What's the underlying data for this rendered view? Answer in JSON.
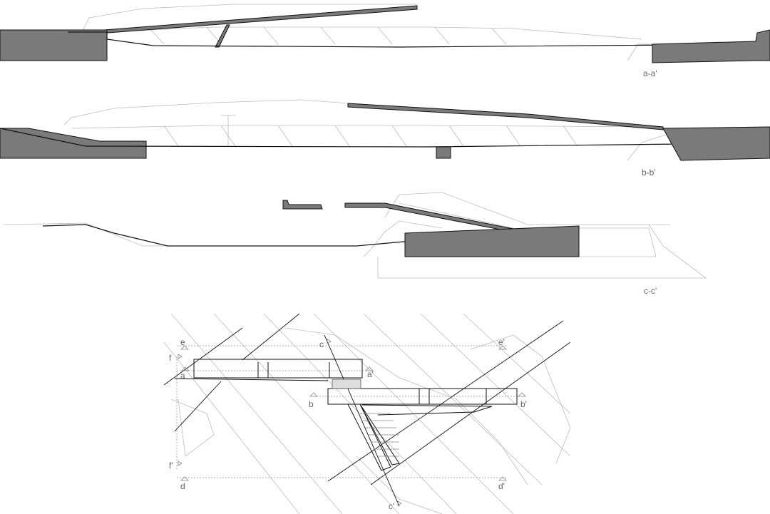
{
  "sections": [
    {
      "id": "a",
      "label": "a-a'"
    },
    {
      "id": "b",
      "label": "b-b'"
    },
    {
      "id": "c",
      "label": "c-c'"
    }
  ],
  "plan": {
    "markers": {
      "e": "e",
      "e_prime": "e'",
      "c": "c",
      "c_prime": "c'",
      "f": "f",
      "f_prime": "f'",
      "a": "a",
      "a_prime": "a'",
      "b": "b",
      "b_prime": "b'",
      "d": "d",
      "d_prime": "d'"
    }
  },
  "colors": {
    "cut_fill": "#7a7a7a",
    "line": "#111111",
    "context": "#bdbdbd"
  }
}
